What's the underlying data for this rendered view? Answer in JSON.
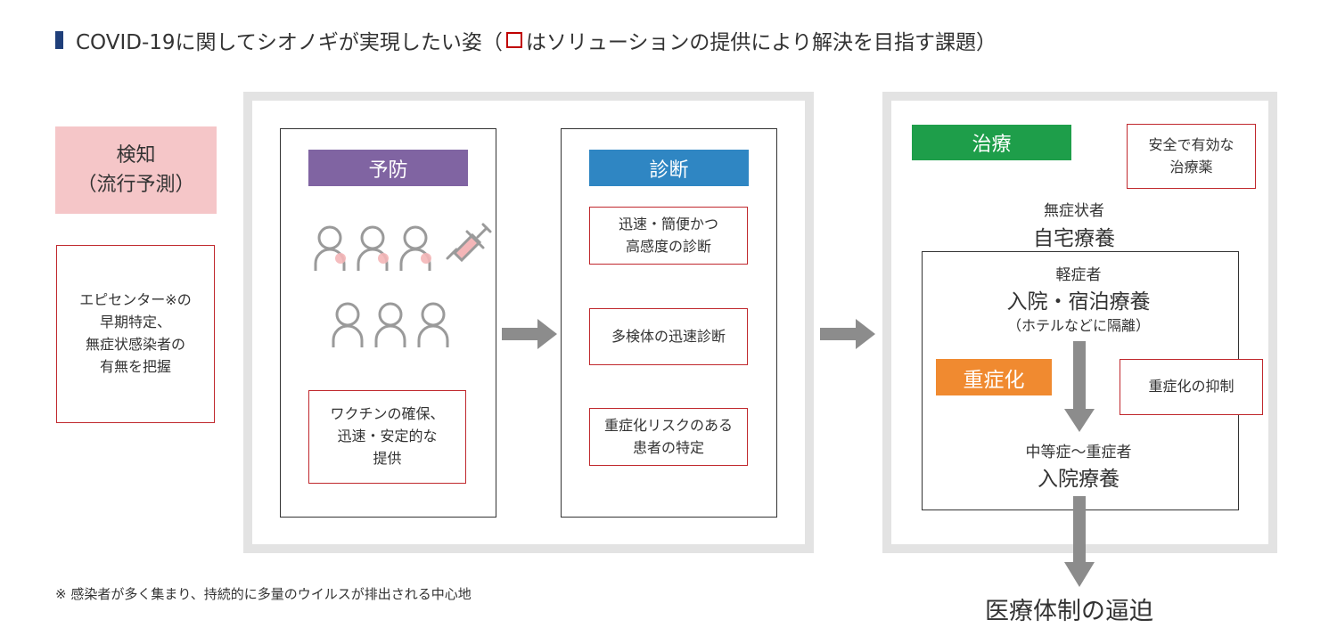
{
  "title": {
    "prefix": "COVID-19に関してシオノギが実現したい姿（",
    "suffix": "はソリューションの提供により解決を目指す課題）"
  },
  "detection": {
    "label_line1": "検知",
    "label_line2": "（流行予測）",
    "solution": "エピセンター※の\n早期特定、\n無症状感染者の\n有無を把握"
  },
  "prevention": {
    "label": "予防",
    "solution": "ワクチンの確保、\n迅速・安定的な\n提供"
  },
  "diagnosis": {
    "label": "診断",
    "solutions": [
      "迅速・簡便かつ\n高感度の診断",
      "多検体の迅速診断",
      "重症化リスクのある\n患者の特定"
    ]
  },
  "treatment": {
    "label": "治療",
    "drug_solution": "安全で有効な\n治療薬",
    "asymptomatic_small": "無症状者",
    "asymptomatic_large": "自宅療養",
    "mild_small": "軽症者",
    "mild_large": "入院・宿泊療養",
    "mild_note": "（ホテルなどに隔離）",
    "severe_label": "重症化",
    "severe_solution": "重症化の抑制",
    "moderate_small": "中等症～重症者",
    "moderate_large": "入院療養"
  },
  "footnote": "※ 感染者が多く集まり、持続的に多量のウイルスが排出される中心地",
  "outcome": "医療体制の逼迫",
  "colors": {
    "title_marker": "#1f3f7a",
    "solution_border": "#c0282d",
    "detection_bg": "#f5c6c8",
    "prevention_bg": "#8064a2",
    "diagnosis_bg": "#2f86c3",
    "treatment_bg": "#1e9e4a",
    "severe_bg": "#f08a30",
    "arrow": "#8c8c8c",
    "frame": "#e3e3e3"
  }
}
